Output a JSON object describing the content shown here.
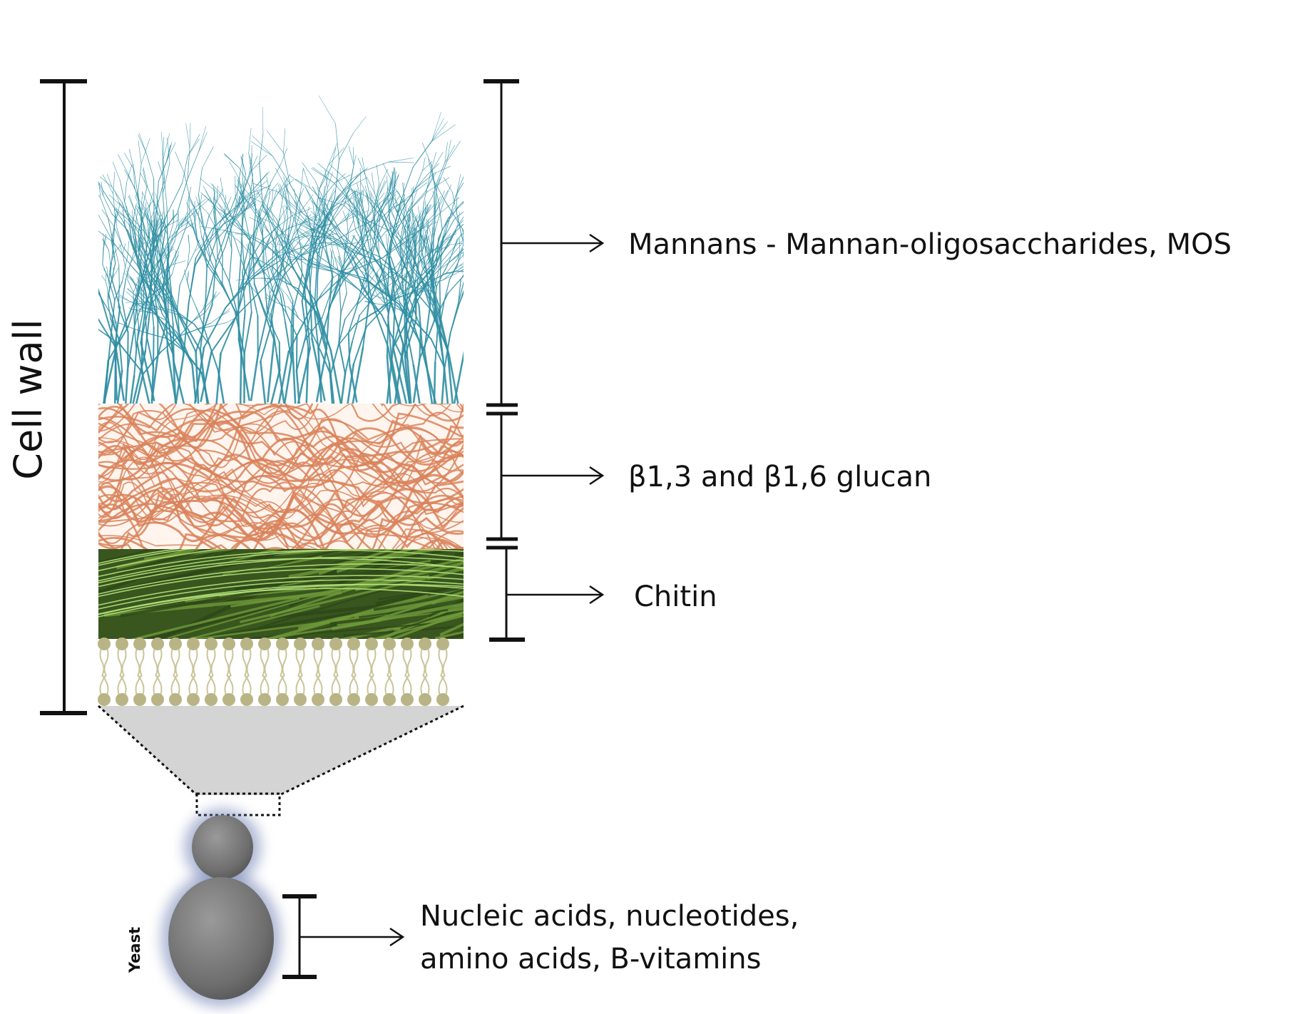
{
  "diagram": {
    "side_label": "Cell wall",
    "layers": [
      {
        "id": "mannans",
        "label": "Mannans - Mannan-oligosaccharides, MOS",
        "color": "#2f8fa3"
      },
      {
        "id": "glucan",
        "label": "β1,3 and β1,6 glucan",
        "color": "#d9825a"
      },
      {
        "id": "chitin",
        "label": "Chitin",
        "color": "#4f7a2a"
      },
      {
        "id": "membrane",
        "label": "",
        "color": "#c9c59a"
      }
    ],
    "yeast": {
      "label": "Yeast",
      "contents_line1": "Nucleic acids, nucleotides,",
      "contents_line2": "amino acids, B-vitamins",
      "color": "#7a7a7a"
    }
  }
}
